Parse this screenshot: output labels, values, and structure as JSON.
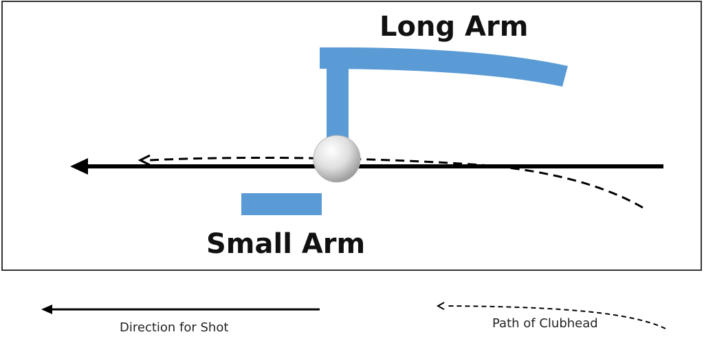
{
  "labels": {
    "long_arm": "Long Arm",
    "small_arm": "Small Arm"
  },
  "legend": {
    "direction": "Direction for Shot",
    "path": "Path of Clubhead"
  },
  "colors": {
    "arm": "#5b9bd5",
    "line": "#000000",
    "frame": "#333333",
    "ball_light": "#ffffff",
    "ball_dark": "#9a9a9a"
  }
}
